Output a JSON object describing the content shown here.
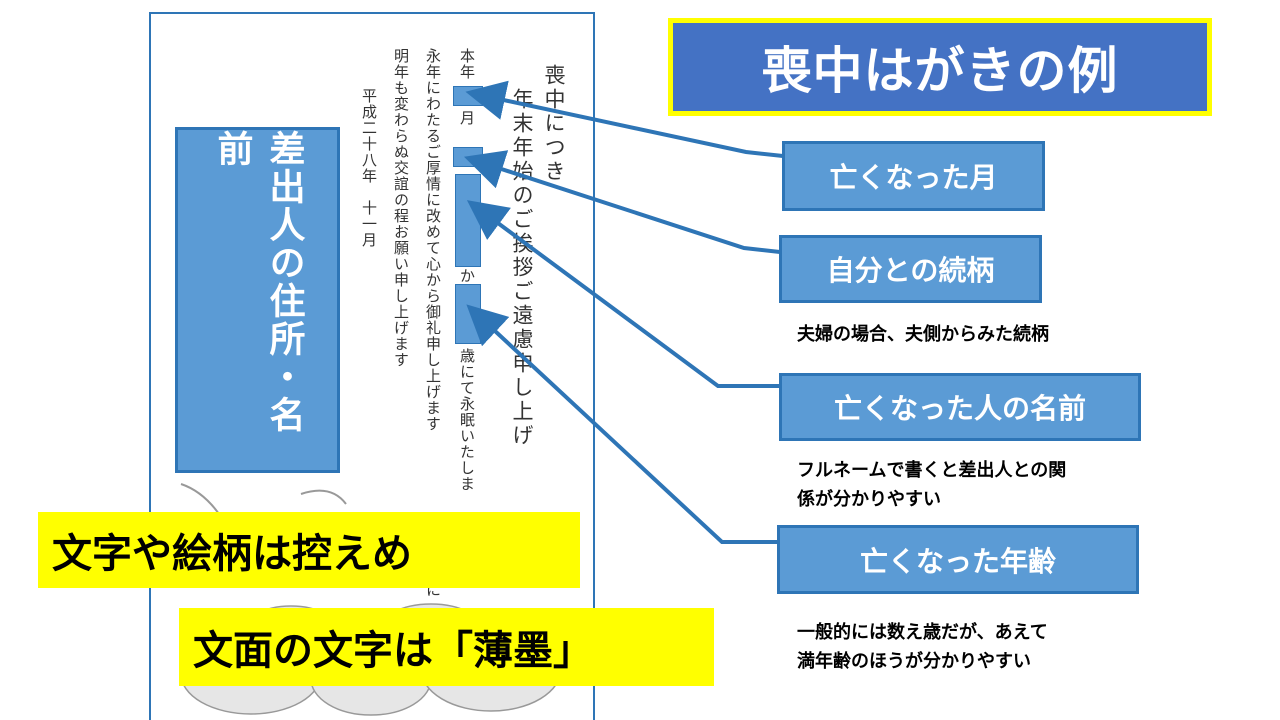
{
  "title": "喪中はがきの例",
  "card": {
    "heading": "喪中につき",
    "line2": "年末年始のご挨拶ご遠慮申し上げ",
    "line3_start": "本年",
    "line3_month": "月",
    "line3_ka": "か",
    "line3_end": "歳にて永眠いたしま",
    "line4": "永年にわたるご厚情に改めて心から御礼申し上げます",
    "line5": "明年も変わらぬ交誼の程お願い申し上げます",
    "date": "平成二十八年　十一月",
    "stray_char": "に"
  },
  "sender_label": "差出人の住所・名前",
  "labels": [
    {
      "text": "亡くなった月"
    },
    {
      "text": "自分との続柄",
      "note": "夫婦の場合、夫側からみた続柄"
    },
    {
      "text": "亡くなった人の名前",
      "note_line1": "フルネームで書くと差出人との関",
      "note_line2": "係が分かりやすい"
    },
    {
      "text": "亡くなった年齢",
      "note_line1": "一般的には数え歳だが、あえて",
      "note_line2": "満年齢のほうが分かりやすい"
    }
  ],
  "banner1": "文字や絵柄は控えめ",
  "banner2": "文面の文字は「薄墨」",
  "colors": {
    "accent_blue": "#5b9bd5",
    "border_blue": "#2e75b6",
    "title_blue": "#4472c4",
    "highlight_yellow": "#ffff00"
  }
}
